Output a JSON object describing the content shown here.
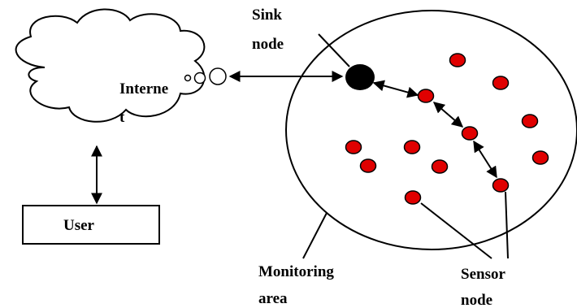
{
  "labels": {
    "sink_line1": "Sink",
    "sink_line2": "node",
    "internet_line1": "Interne",
    "internet_line2": "t",
    "user": "User",
    "monitoring_line1": "Monitoring",
    "monitoring_line2": "area",
    "sensor_line1": "Sensor",
    "sensor_line2": "node"
  },
  "colors": {
    "sensor_fill": "#e00000",
    "sink_fill": "#000000",
    "stroke": "#000000",
    "background": "#ffffff"
  }
}
